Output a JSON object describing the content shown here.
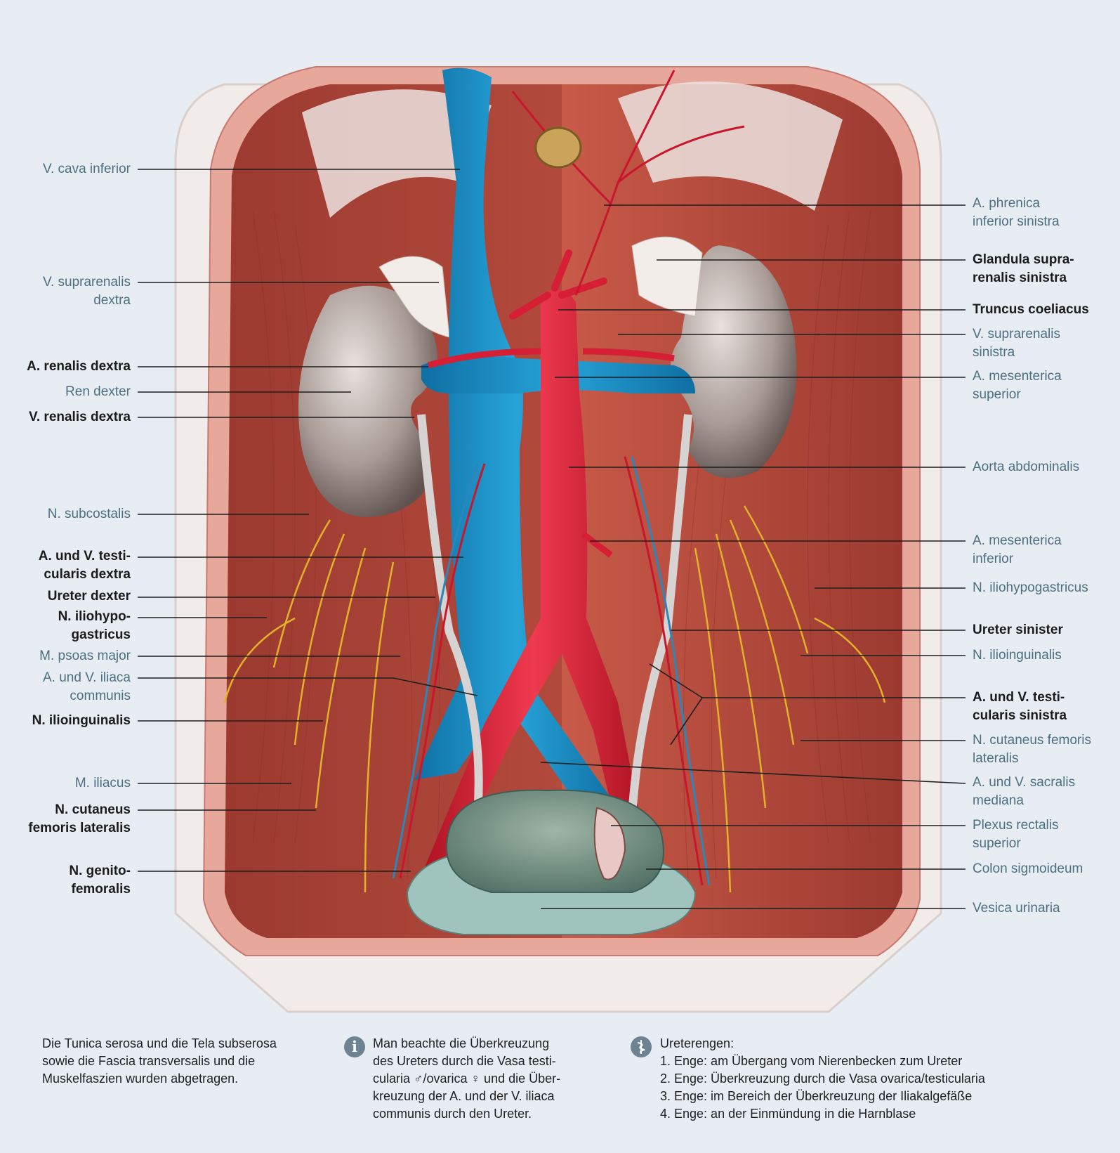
{
  "colors": {
    "background": "#e7edf3",
    "label_plain": "#4c6f80",
    "label_bold": "#1b1b1b",
    "vein": "#1a8fc6",
    "artery": "#d61e35",
    "muscle": "#b44a3c",
    "kidney": "#8b7d78",
    "nerve": "#e2b22a"
  },
  "labels_left": [
    {
      "lines": [
        "V. cava inferior"
      ],
      "bold": false
    },
    {
      "lines": [
        "V. suprarenalis",
        "dextra"
      ],
      "bold": false
    },
    {
      "lines": [
        "A. renalis dextra"
      ],
      "bold": true
    },
    {
      "lines": [
        "Ren dexter"
      ],
      "bold": false
    },
    {
      "lines": [
        "V. renalis dextra"
      ],
      "bold": true
    },
    {
      "lines": [
        "N. subcostalis"
      ],
      "bold": false
    },
    {
      "lines": [
        "A. und V. testi-",
        "cularis dextra"
      ],
      "bold": true
    },
    {
      "lines": [
        "Ureter dexter"
      ],
      "bold": true
    },
    {
      "lines": [
        "N. iliohypo-",
        "gastricus"
      ],
      "bold": true
    },
    {
      "lines": [
        "M. psoas major"
      ],
      "bold": false
    },
    {
      "lines": [
        "A. und V. iliaca",
        "communis"
      ],
      "bold": false
    },
    {
      "lines": [
        "N. ilioinguinalis"
      ],
      "bold": true
    },
    {
      "lines": [
        "M. iliacus"
      ],
      "bold": false
    },
    {
      "lines": [
        "N. cutaneus",
        "femoris lateralis"
      ],
      "bold": true
    },
    {
      "lines": [
        "N. genito-",
        "femoralis"
      ],
      "bold": true
    }
  ],
  "labels_right": [
    {
      "lines": [
        "A. phrenica",
        "inferior sinistra"
      ],
      "bold": false
    },
    {
      "lines": [
        "Glandula supra-",
        "renalis sinistra"
      ],
      "bold": true
    },
    {
      "lines": [
        "Truncus coeliacus"
      ],
      "bold": true
    },
    {
      "lines": [
        "V. suprarenalis",
        "sinistra"
      ],
      "bold": false
    },
    {
      "lines": [
        "A. mesenterica",
        "superior"
      ],
      "bold": false
    },
    {
      "lines": [
        "Aorta abdominalis"
      ],
      "bold": false
    },
    {
      "lines": [
        "A. mesenterica",
        "inferior"
      ],
      "bold": false
    },
    {
      "lines": [
        "N. iliohypogastricus"
      ],
      "bold": false
    },
    {
      "lines": [
        "Ureter sinister"
      ],
      "bold": true
    },
    {
      "lines": [
        "N. ilioinguinalis"
      ],
      "bold": false
    },
    {
      "lines": [
        "A. und V. testi-",
        "cularis sinistra"
      ],
      "bold": true
    },
    {
      "lines": [
        "N. cutaneus femoris",
        "lateralis"
      ],
      "bold": false
    },
    {
      "lines": [
        "A. und V. sacralis",
        "mediana"
      ],
      "bold": false
    },
    {
      "lines": [
        "Plexus rectalis",
        "superior"
      ],
      "bold": false
    },
    {
      "lines": [
        "Colon sigmoideum"
      ],
      "bold": false
    },
    {
      "lines": [
        "Vesica urinaria"
      ],
      "bold": false
    }
  ],
  "notes": {
    "left": [
      "Die Tunica serosa und die Tela subserosa",
      "sowie die Fascia transversalis und die",
      "Muskelfaszien wurden abgetragen."
    ],
    "middle_icon": "i",
    "middle": [
      "Man beachte die Überkreuzung",
      "des Ureters durch die Vasa testi-",
      "cularia ♂/ovarica ♀ und die Über-",
      "kreuzung der A. und der V. iliaca",
      "communis durch den Ureter."
    ],
    "right_icon": "caduceus-icon",
    "right": [
      "Ureterengen:",
      "1. Enge: am Übergang vom Nierenbecken zum Ureter",
      "2. Enge: Überkreuzung durch die Vasa ovarica/testicularia",
      "3. Enge: im Bereich der Überkreuzung der Iliakalgefäße",
      "4. Enge: an der Einmündung in die Harnblase"
    ]
  }
}
